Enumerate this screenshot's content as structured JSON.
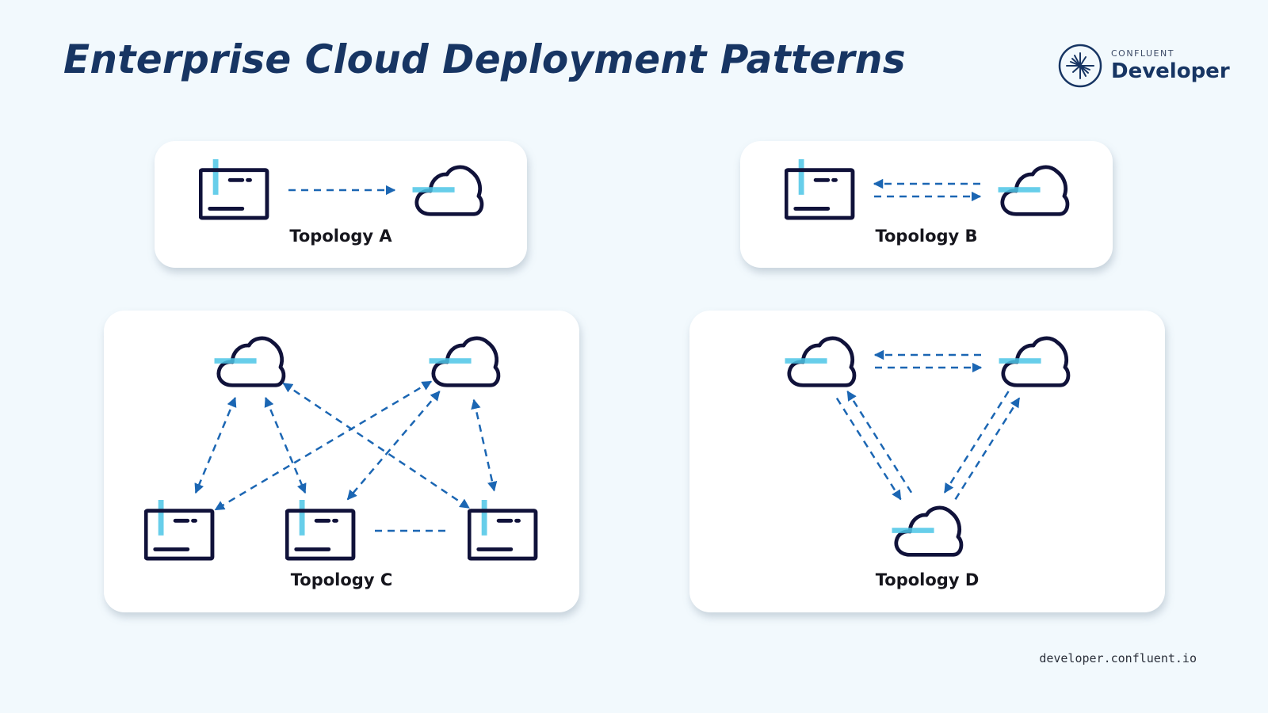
{
  "header": {
    "title": "Enterprise Cloud Deployment Patterns",
    "logo": {
      "icon": "confluent-starburst-icon",
      "small_text": "CONFLUENT",
      "big_text": "Developer"
    }
  },
  "footer": {
    "url": "developer.confluent.io"
  },
  "colors": {
    "background": "#f2f9fd",
    "title": "#173563",
    "icon_outline": "#10123a",
    "icon_accent": "#4cc6e6",
    "arrow": "#1b66b3",
    "card": "#ffffff"
  },
  "topologies": [
    {
      "id": "A",
      "label": "Topology A",
      "nodes": [
        {
          "type": "datacenter"
        },
        {
          "type": "cloud"
        }
      ],
      "links": [
        {
          "from": 0,
          "to": 1,
          "direction": "one-way"
        }
      ]
    },
    {
      "id": "B",
      "label": "Topology B",
      "nodes": [
        {
          "type": "datacenter"
        },
        {
          "type": "cloud"
        }
      ],
      "links": [
        {
          "from": 0,
          "to": 1,
          "direction": "two-way-parallel"
        }
      ]
    },
    {
      "id": "C",
      "label": "Topology C",
      "nodes": [
        {
          "type": "cloud"
        },
        {
          "type": "cloud"
        },
        {
          "type": "datacenter"
        },
        {
          "type": "datacenter"
        },
        {
          "type": "datacenter"
        }
      ],
      "links": [
        {
          "from": 0,
          "to": 2,
          "direction": "bidirectional"
        },
        {
          "from": 0,
          "to": 3,
          "direction": "bidirectional"
        },
        {
          "from": 0,
          "to": 4,
          "direction": "bidirectional"
        },
        {
          "from": 1,
          "to": 2,
          "direction": "bidirectional"
        },
        {
          "from": 1,
          "to": 3,
          "direction": "bidirectional"
        },
        {
          "from": 1,
          "to": 4,
          "direction": "bidirectional"
        },
        {
          "from": 3,
          "to": 4,
          "direction": "none"
        }
      ]
    },
    {
      "id": "D",
      "label": "Topology D",
      "nodes": [
        {
          "type": "cloud"
        },
        {
          "type": "cloud"
        },
        {
          "type": "cloud"
        }
      ],
      "links": [
        {
          "from": 0,
          "to": 1,
          "direction": "two-way-parallel"
        },
        {
          "from": 0,
          "to": 2,
          "direction": "two-way-parallel"
        },
        {
          "from": 1,
          "to": 2,
          "direction": "two-way-parallel"
        }
      ]
    }
  ]
}
